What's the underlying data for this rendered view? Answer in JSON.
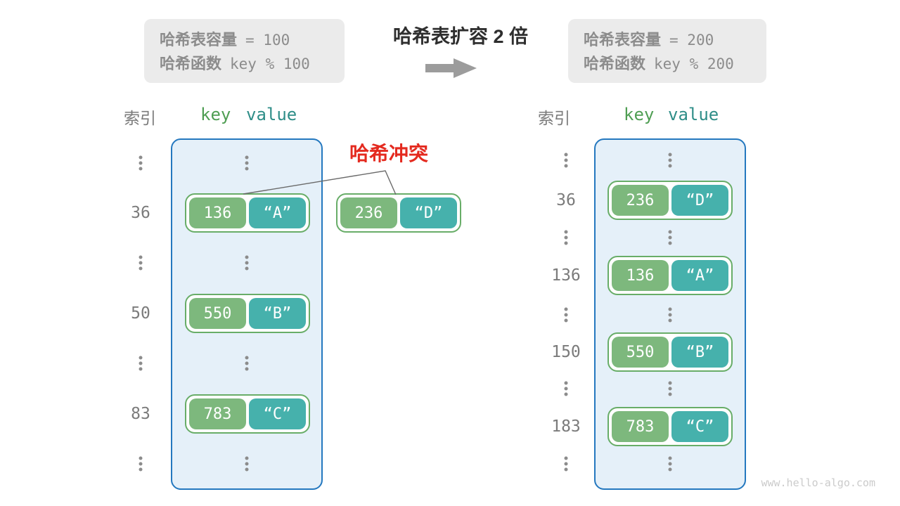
{
  "capacity_before": {
    "label_capacity": "哈希表容量",
    "capacity_value": "= 100",
    "label_hash": "哈希函数",
    "hash_value": "key % 100"
  },
  "transition": {
    "title": "哈希表扩容 2 倍"
  },
  "capacity_after": {
    "label_capacity": "哈希表容量",
    "capacity_value": "= 200",
    "label_hash": "哈希函数",
    "hash_value": "key % 200"
  },
  "left_table": {
    "index_header": "索引",
    "key_header": "key",
    "value_header": "value",
    "indices": [
      "36",
      "50",
      "83"
    ],
    "pairs": [
      {
        "key": "136",
        "value": "“A”"
      },
      {
        "key": "550",
        "value": "“B”"
      },
      {
        "key": "783",
        "value": "“C”"
      }
    ]
  },
  "collision": {
    "label": "哈希冲突",
    "pair": {
      "key": "236",
      "value": "“D”"
    }
  },
  "right_table": {
    "index_header": "索引",
    "key_header": "key",
    "value_header": "value",
    "indices": [
      "36",
      "136",
      "150",
      "183"
    ],
    "pairs": [
      {
        "key": "236",
        "value": "“D”"
      },
      {
        "key": "136",
        "value": "“A”"
      },
      {
        "key": "550",
        "value": "“B”"
      },
      {
        "key": "783",
        "value": "“C”"
      }
    ]
  },
  "watermark": "www.hello-algo.com",
  "colors": {
    "key_green": "#7db87d",
    "value_teal": "#46b1ac",
    "pair_border_green": "#68ad68",
    "bucket_fill_blue": "#e5f0f9",
    "bucket_border_blue": "#2478bf",
    "collision_red": "#e42a1f",
    "panel_gray": "#ebebeb",
    "text_gray": "#8c8c8c",
    "arrow_gray": "#9c9c9c"
  }
}
